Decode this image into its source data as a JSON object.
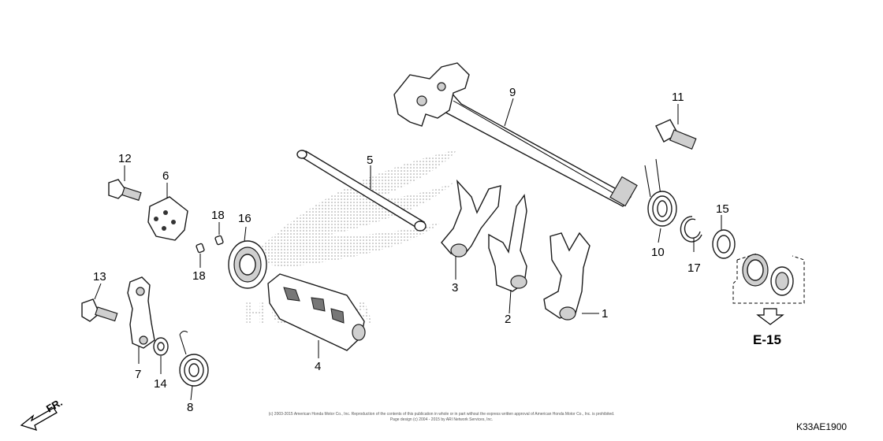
{
  "diagram": {
    "callouts": {
      "c1": "1",
      "c2": "2",
      "c3": "3",
      "c4": "4",
      "c5": "5",
      "c6": "6",
      "c7": "7",
      "c8": "8",
      "c9": "9",
      "c10": "10",
      "c11": "11",
      "c12": "12",
      "c13": "13",
      "c14": "14",
      "c15": "15",
      "c16": "16",
      "c17": "17",
      "c18a": "18",
      "c18b": "18"
    },
    "reference": "E-15",
    "direction_label": "FR.",
    "watermark": "HONDA",
    "copyright_line1": "(c) 2003-2015 American Honda Motor Co., Inc. Reproduction of the contents of this publication in whole or in part without the express written approval of American Honda Motor Co., Inc. is prohibited.",
    "copyright_line2": "Page design (c) 2004 - 2015 by ARI Network Services, Inc.",
    "diagram_code": "K33AE1900"
  }
}
